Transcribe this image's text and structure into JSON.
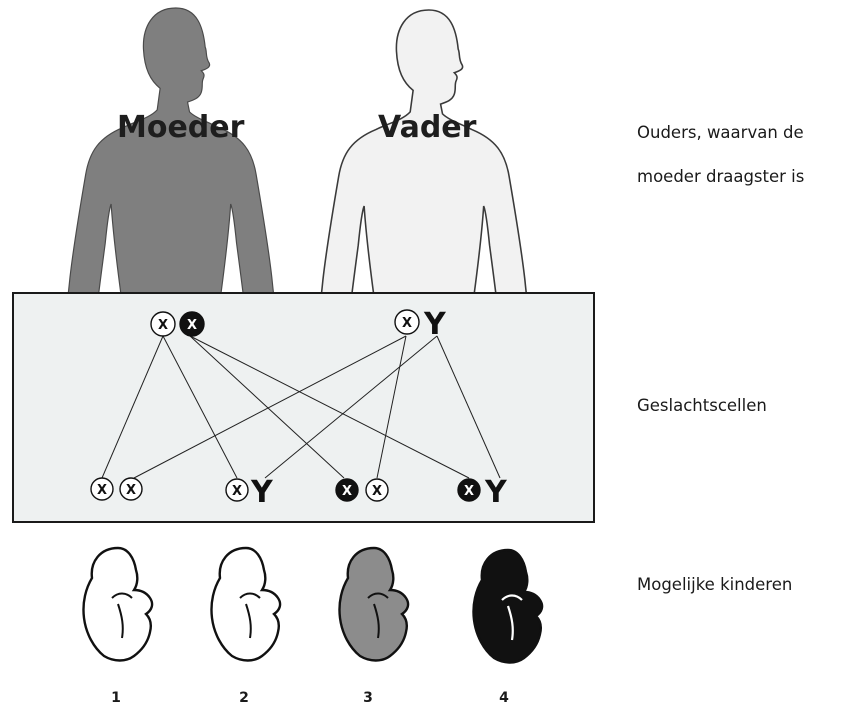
{
  "parents": {
    "mother_label": "Moeder",
    "father_label": "Vader"
  },
  "labels": {
    "parents_line1": "Ouders, waarvan de",
    "parents_line2": "moeder draagster is",
    "gametes": "Geslachtscellen",
    "children": "Mogelijke kinderen"
  },
  "chromosomes": {
    "x_symbol": "X",
    "y_symbol": "Y"
  },
  "children": [
    {
      "number": "1",
      "fill": "#ffffff"
    },
    {
      "number": "2",
      "fill": "#ffffff"
    },
    {
      "number": "3",
      "fill": "#8c8c8c"
    },
    {
      "number": "4",
      "fill": "#111111"
    }
  ],
  "colors": {
    "mother": "#7f7f7f",
    "father": "#f2f2f2",
    "box_bg": "#eef1f1"
  }
}
